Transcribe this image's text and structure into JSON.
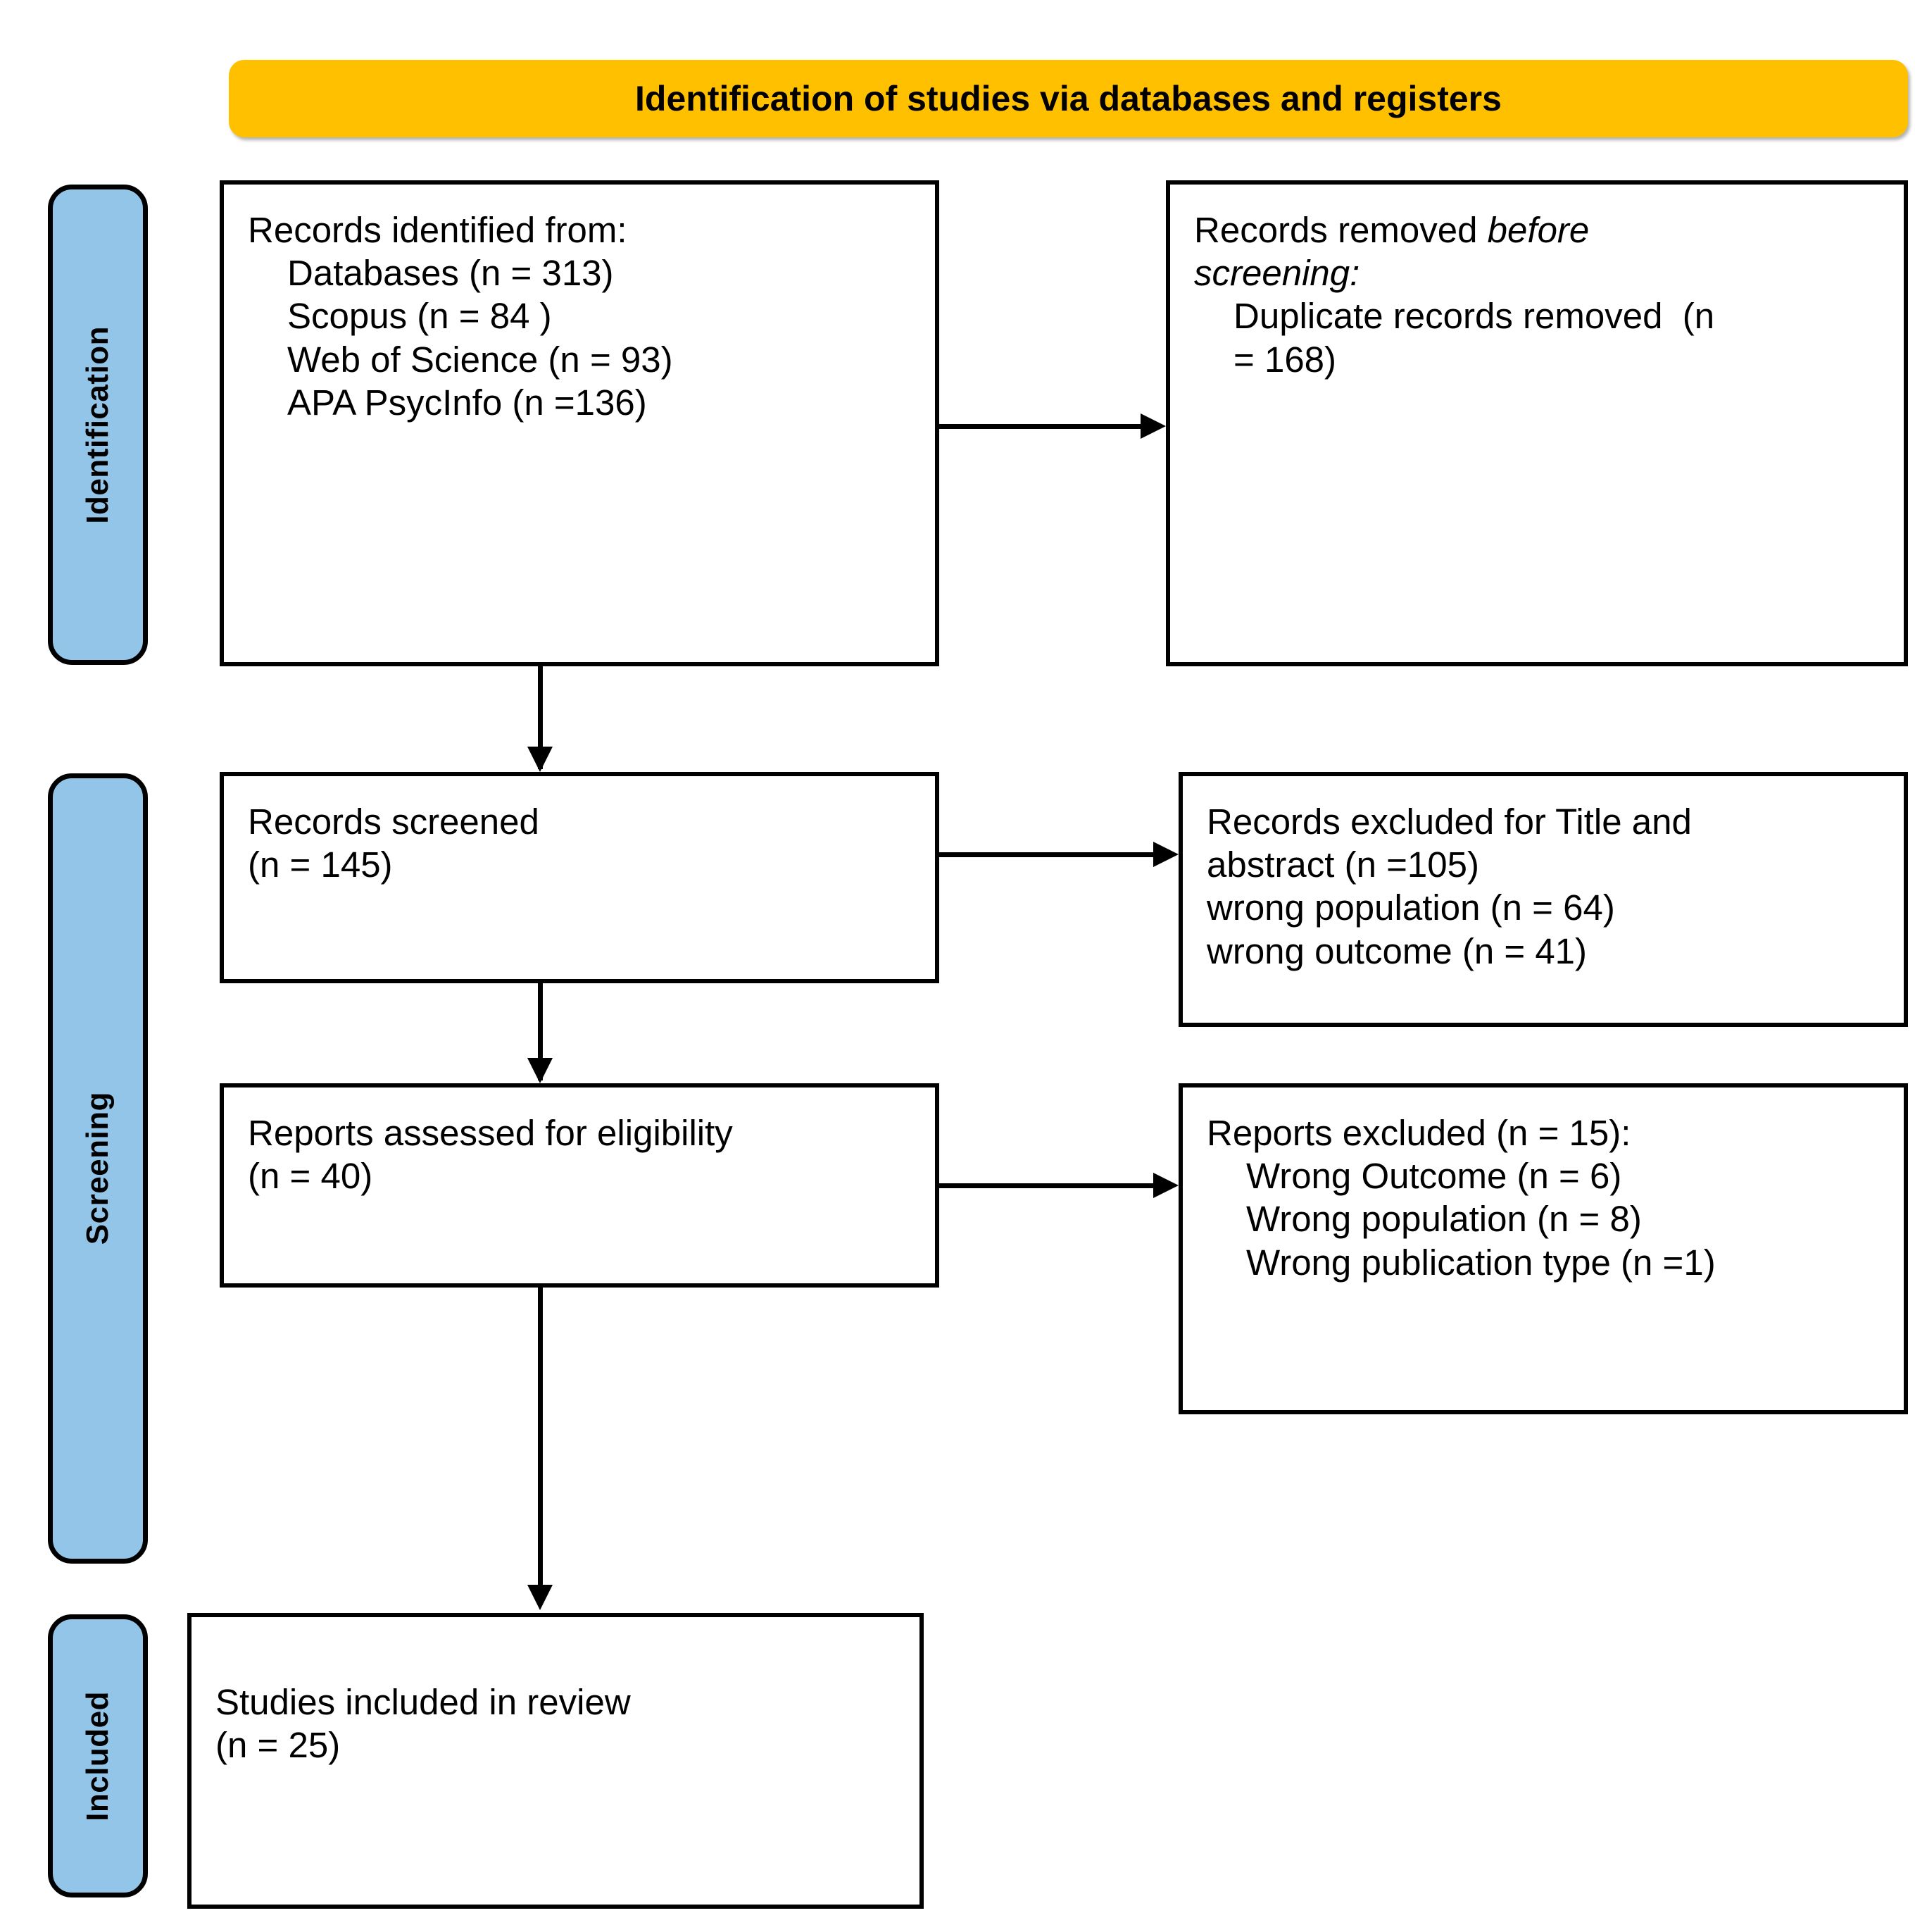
{
  "diagram": {
    "title": "PRISMA 2020 flow diagram",
    "colors": {
      "banner_fill": "#FFC000",
      "phase_fill": "#92C5E8",
      "stroke": "#000000",
      "box_fill": "#FFFFFF"
    }
  },
  "banner": {
    "label": "Identification of studies via databases and registers"
  },
  "phases": [
    {
      "key": "identification",
      "label": "Identification"
    },
    {
      "key": "screening",
      "label": "Screening"
    },
    {
      "key": "included",
      "label": "Included"
    }
  ],
  "boxes": {
    "records_identified": {
      "name": "Records identified from",
      "lines": [
        {
          "text": "Records identified from:",
          "indent": 0
        },
        {
          "text": "Databases (n = 313)",
          "indent": 1
        },
        {
          "text": "Scopus (n = 84 )",
          "indent": 1
        },
        {
          "text": "Web of Science (n = 93)",
          "indent": 1
        },
        {
          "text": "APA PsycInfo (n =136)",
          "indent": 1
        }
      ]
    },
    "records_removed": {
      "name": "Records removed before screening",
      "lines": [
        {
          "text": "Records removed before",
          "indent": 0,
          "italic_from": "before"
        },
        {
          "text": "screening:",
          "indent": 0,
          "italic": true
        },
        {
          "text": "Duplicate records removed  (n",
          "indent": 1
        },
        {
          "text": "= 168)",
          "indent": 1
        }
      ]
    },
    "records_screened": {
      "name": "Records screened",
      "lines": [
        {
          "text": "Records screened",
          "indent": 0
        },
        {
          "text": "(n = 145)",
          "indent": 0
        }
      ]
    },
    "records_excluded": {
      "name": "Records excluded for Title and abstract",
      "lines": [
        {
          "text": "Records excluded for Title and",
          "indent": 0
        },
        {
          "text": "abstract (n =105)",
          "indent": 0
        },
        {
          "text": "wrong population (n = 64)",
          "indent": 0
        },
        {
          "text": "wrong outcome (n = 41)",
          "indent": 0
        }
      ]
    },
    "reports_assessed": {
      "name": "Reports assessed for eligibility",
      "lines": [
        {
          "text": "Reports assessed for eligibility",
          "indent": 0
        },
        {
          "text": "(n = 40)",
          "indent": 0
        }
      ]
    },
    "reports_excluded": {
      "name": "Reports excluded",
      "lines": [
        {
          "text": "Reports excluded (n = 15):",
          "indent": 0
        },
        {
          "text": "Wrong Outcome (n = 6)",
          "indent": 1
        },
        {
          "text": "Wrong population (n = 8)",
          "indent": 1
        },
        {
          "text": "Wrong publication type (n =1)",
          "indent": 1
        }
      ]
    },
    "studies_included": {
      "name": "Studies included in review",
      "lines": [
        {
          "text": "Studies included in review",
          "indent": 0
        },
        {
          "text": "(n = 25)",
          "indent": 0
        }
      ]
    }
  },
  "chart_data": {
    "type": "diagram",
    "title": "Identification of studies via databases and registers",
    "nodes": [
      {
        "id": "records_identified",
        "phase": "Identification",
        "label": "Records identified from",
        "counts": {
          "Databases": 313,
          "Scopus": 84,
          "Web of Science": 93,
          "APA PsycInfo": 136
        }
      },
      {
        "id": "records_removed",
        "phase": "Identification",
        "label": "Records removed before screening",
        "counts": {
          "Duplicate records removed": 168
        }
      },
      {
        "id": "records_screened",
        "phase": "Screening",
        "label": "Records screened",
        "counts": {
          "n": 145
        }
      },
      {
        "id": "records_excluded",
        "phase": "Screening",
        "label": "Records excluded for Title and abstract",
        "counts": {
          "Title and abstract": 105,
          "wrong population": 64,
          "wrong outcome": 41
        }
      },
      {
        "id": "reports_assessed",
        "phase": "Screening",
        "label": "Reports assessed for eligibility",
        "counts": {
          "n": 40
        }
      },
      {
        "id": "reports_excluded",
        "phase": "Screening",
        "label": "Reports excluded",
        "counts": {
          "total": 15,
          "Wrong Outcome": 6,
          "Wrong population": 8,
          "Wrong publication type": 1
        }
      },
      {
        "id": "studies_included",
        "phase": "Included",
        "label": "Studies included in review",
        "counts": {
          "n": 25
        }
      }
    ],
    "edges": [
      {
        "from": "records_identified",
        "to": "records_removed",
        "direction": "right"
      },
      {
        "from": "records_identified",
        "to": "records_screened",
        "direction": "down"
      },
      {
        "from": "records_screened",
        "to": "records_excluded",
        "direction": "right"
      },
      {
        "from": "records_screened",
        "to": "reports_assessed",
        "direction": "down"
      },
      {
        "from": "reports_assessed",
        "to": "reports_excluded",
        "direction": "right"
      },
      {
        "from": "reports_assessed",
        "to": "studies_included",
        "direction": "down"
      }
    ]
  }
}
